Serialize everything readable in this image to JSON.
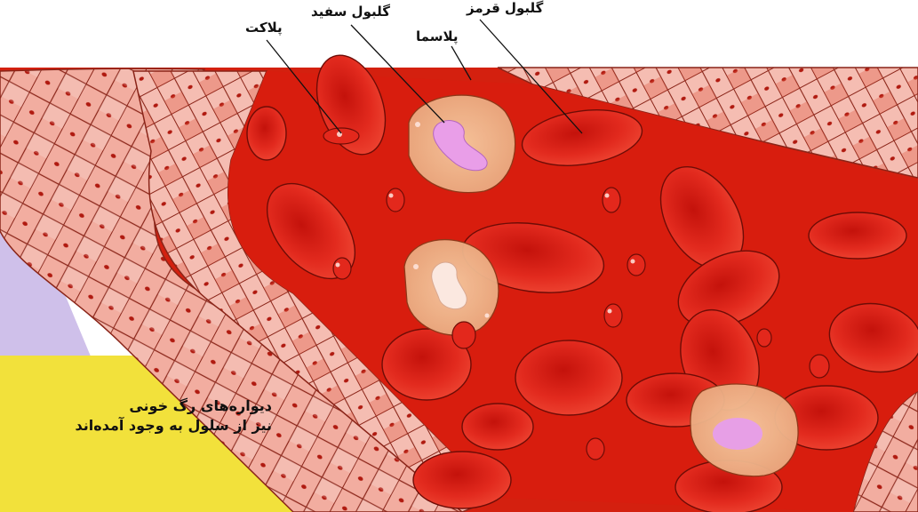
{
  "labels": {
    "platelet": "پلاکت",
    "white_cell": "گلبول سفید",
    "red_cell": "گلبول قرمز",
    "plasma": "پلاسما"
  },
  "wall_note": {
    "line1": "دیواره‌های رگ خونی",
    "line2": "نیز از سلول به وجود آمده‌اند"
  },
  "colors": {
    "background_top": "#ffffff",
    "lavender_right": "#d8c8ee",
    "lavender_left": "#cfc0ea",
    "yellow_bottom": "#f3e23a",
    "plasma_red": "#d91f0f",
    "red_cell": "#e5231c",
    "wall_pink": "#f3b2a6",
    "white_cell_body": "#f1b98c",
    "white_cell_nucleus": "#e79fe6"
  }
}
